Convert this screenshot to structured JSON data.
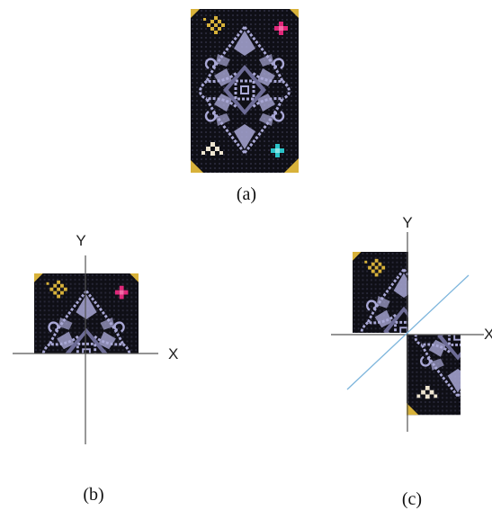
{
  "figure": {
    "captions": {
      "a": "(a)",
      "b": "(b)",
      "c": "(c)"
    },
    "axes_b": {
      "x_label": "X",
      "y_label": "Y"
    },
    "axes_c": {
      "x_label": "X",
      "y_label": "Y",
      "mirror_line": "y = x"
    }
  },
  "textile": {
    "colors": {
      "background": "#0f0f16",
      "pattern": "#a9a8d6",
      "pattern_dark": "#6d6c96",
      "gold": "#d8b23a",
      "magenta": "#e0287a",
      "cyan": "#2bc3c8",
      "cream": "#efe6d2"
    },
    "mirror_line_color": "#7db5dc"
  }
}
